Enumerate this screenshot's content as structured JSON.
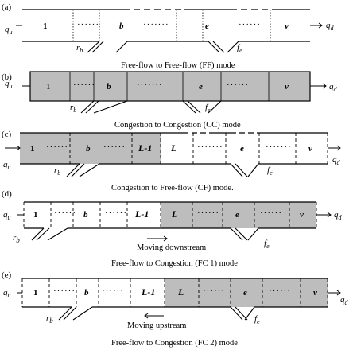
{
  "colors": {
    "congested": "#bdbdbd",
    "free": "#ffffff",
    "line": "#000000"
  },
  "panels": [
    {
      "id": "a",
      "tag": "(a)",
      "caption": "Free-flow to Free-flow (FF) mode",
      "qu": "q",
      "qu_sub": "u",
      "qd": "q",
      "qd_sub": "d",
      "rb": "r",
      "rb_sub": "b",
      "fe": "f",
      "fe_sub": "e",
      "cells": [
        "1",
        "······",
        "b",
        "·······",
        "e",
        "······",
        "v"
      ],
      "states": [
        "free",
        "free",
        "free",
        "free",
        "free",
        "free",
        "free"
      ]
    },
    {
      "id": "b",
      "tag": "(b)",
      "caption": "Congestion to Congestion (CC) mode",
      "qu": "q",
      "qu_sub": "u",
      "qd": "q",
      "qd_sub": "d",
      "rb": "r",
      "rb_sub": "b",
      "fe": "f",
      "fe_sub": "e",
      "cells": [
        "1",
        "······",
        "b",
        "·······",
        "e",
        "······",
        "v"
      ],
      "states": [
        "cong",
        "cong",
        "cong",
        "cong",
        "cong",
        "cong",
        "cong"
      ]
    },
    {
      "id": "c",
      "tag": "(c)",
      "caption": "Congestion to Free-flow (CF) mode.",
      "qu": "q",
      "qu_sub": "u",
      "qd": "q",
      "qd_sub": "d",
      "rb": "r",
      "rb_sub": "b",
      "fe": "f",
      "fe_sub": "e",
      "cells": [
        "1",
        "······",
        "b",
        "······",
        "L-1",
        "L",
        "·······",
        "e",
        "·······",
        "v"
      ],
      "states": [
        "cong",
        "cong",
        "cong",
        "cong",
        "cong",
        "free",
        "free",
        "free",
        "free",
        "free"
      ]
    },
    {
      "id": "d",
      "tag": "(d)",
      "caption": "Free-flow to Congestion (FC 1) mode",
      "qu": "q",
      "qu_sub": "u",
      "qd": "q",
      "qd_sub": "d",
      "rb": "r",
      "rb_sub": "b",
      "fe": "f",
      "fe_sub": "e",
      "cells": [
        "1",
        "······",
        "b",
        "······",
        "L-1",
        "L",
        "······",
        "e",
        "······",
        "v"
      ],
      "states": [
        "free",
        "free",
        "free",
        "free",
        "free",
        "cong",
        "cong",
        "cong",
        "cong",
        "cong"
      ],
      "moving": "Moving downstream"
    },
    {
      "id": "e",
      "tag": "(e)",
      "caption": "Free-flow to Congestion (FC 2) mode",
      "qu": "q",
      "qu_sub": "u",
      "qd": "q",
      "qd_sub": "d",
      "rb": "r",
      "rb_sub": "b",
      "fe": "f",
      "fe_sub": "e",
      "cells": [
        "1",
        "······",
        "b",
        "······",
        "L-1",
        "L",
        "······",
        "e",
        "······",
        "v"
      ],
      "states": [
        "free",
        "free",
        "free",
        "free",
        "free",
        "cong",
        "cong",
        "cong",
        "cong",
        "cong"
      ],
      "moving": "Moving upstream"
    }
  ]
}
